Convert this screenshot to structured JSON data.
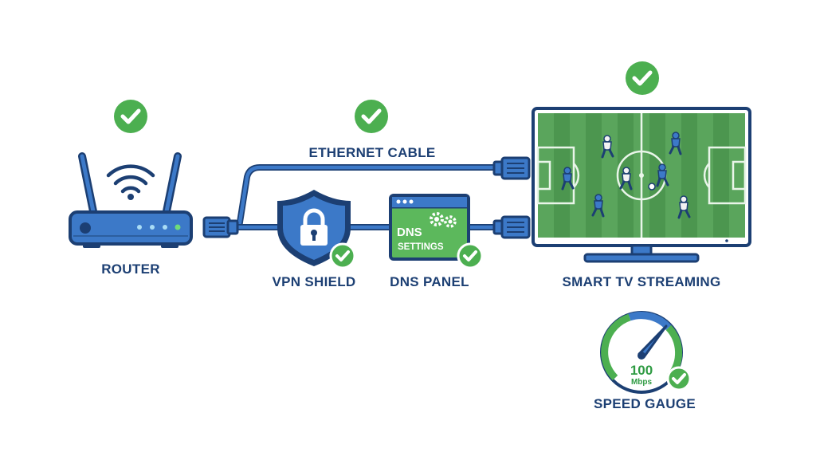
{
  "labels": {
    "router": "ROUTER",
    "ethernet_cable": "ETHERNET CABLE",
    "vpn_shield": "VPN SHIELD",
    "dns_panel": "DNS PANEL",
    "smart_tv": "SMART TV STREAMING",
    "speed_gauge": "SPEED GAUGE"
  },
  "dns_screen": {
    "line1": "DNS",
    "line2": "SETTINGS"
  },
  "gauge": {
    "value": "100",
    "unit": "Mbps"
  },
  "colors": {
    "outline": "#1c3f73",
    "blue": "#3c79c8",
    "check_green": "#4caf50",
    "dns_green": "#5cb85c",
    "pitch_green": "#5aa55c"
  }
}
